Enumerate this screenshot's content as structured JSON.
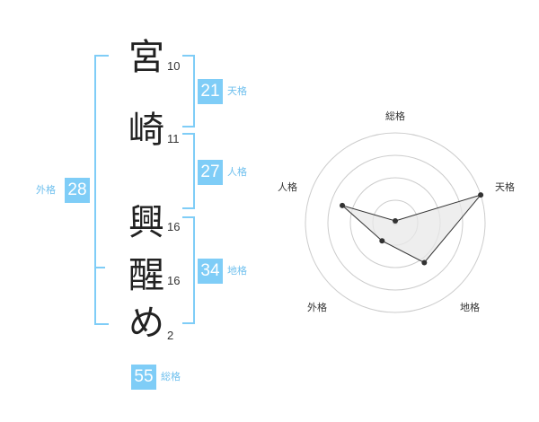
{
  "name": {
    "chars": [
      {
        "char": "宮",
        "strokes": "10"
      },
      {
        "char": "崎",
        "strokes": "11"
      },
      {
        "char": "興",
        "strokes": "16"
      },
      {
        "char": "醒",
        "strokes": "16"
      },
      {
        "char": "め",
        "strokes": "2"
      }
    ]
  },
  "fortune": {
    "tenkaku": {
      "label": "天格",
      "value": "21"
    },
    "jinkaku": {
      "label": "人格",
      "value": "27"
    },
    "chikaku": {
      "label": "地格",
      "value": "34"
    },
    "gaikaku": {
      "label": "外格",
      "value": "28"
    },
    "soukaku": {
      "label": "総格",
      "value": "55"
    }
  },
  "chart_data": {
    "type": "radar",
    "axes": [
      "総格",
      "天格",
      "地格",
      "外格",
      "人格"
    ],
    "values": [
      0.02,
      1.0,
      0.55,
      0.25,
      0.62
    ],
    "rings": 4,
    "colors": {
      "fill": "#e8e8e8",
      "line": "#333333",
      "grid": "#cccccc",
      "center": "#cccccc"
    }
  }
}
